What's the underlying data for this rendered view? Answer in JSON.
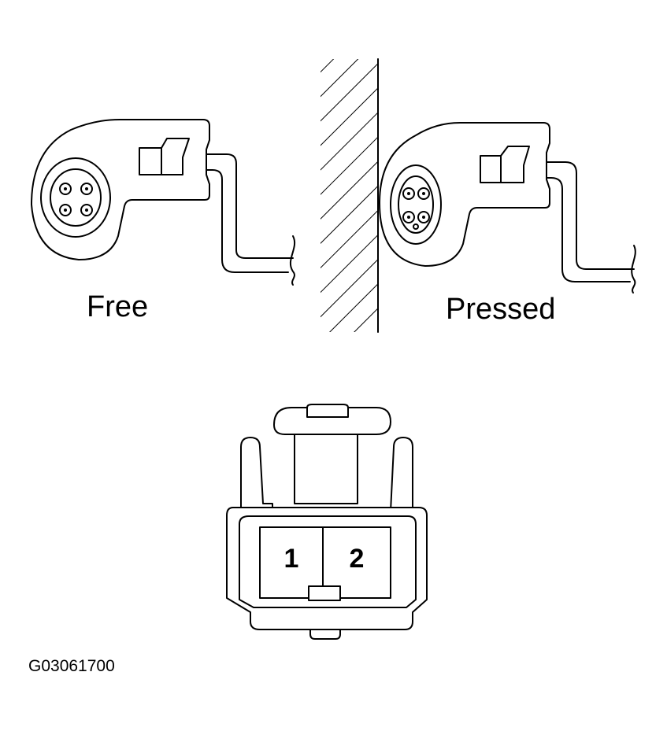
{
  "labels": {
    "free": "Free",
    "pressed": "Pressed",
    "pin_1": "1",
    "pin_2": "2",
    "figure_code": "G03061700"
  },
  "colors": {
    "line": "#000000",
    "background": "#ffffff"
  }
}
